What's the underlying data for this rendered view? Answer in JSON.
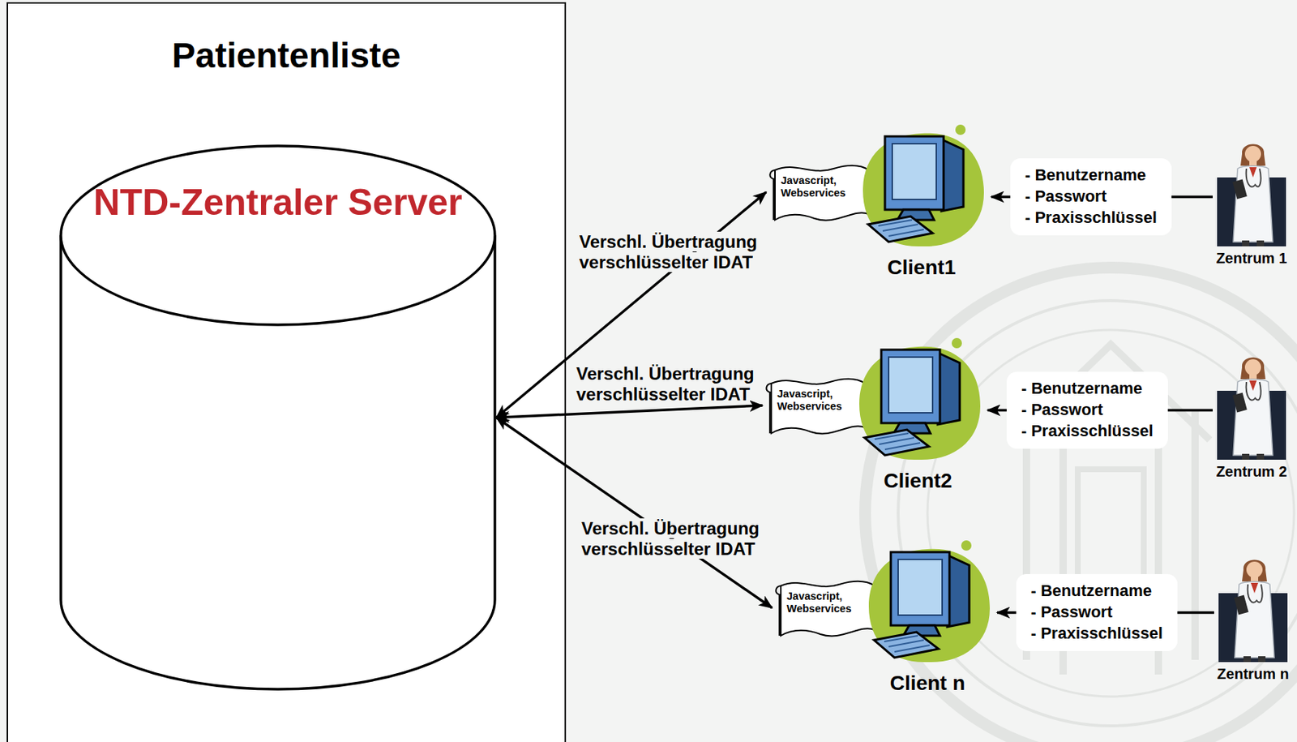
{
  "diagram": {
    "nodes": [
      {
        "text": [
          "Patientenliste"
        ]
      },
      {
        "text": [
          "NTD-Zentraler Server"
        ],
        "in": 0
      },
      {
        "text": [
          "Javascript, Webservices"
        ]
      },
      {
        "text": [
          "Client1"
        ]
      },
      {
        "text": [
          "- Benutzername",
          "- Passwort",
          "- Praxisschlüssel"
        ]
      },
      {
        "text": [
          "Zentrum 1"
        ]
      },
      {
        "text": [
          "Javascript, Webservices"
        ]
      },
      {
        "text": [
          "Client2"
        ]
      },
      {
        "text": [
          "- Benutzername",
          "- Passwort",
          "- Praxisschlüssel"
        ]
      },
      {
        "text": [
          "Zentrum 2"
        ]
      },
      {
        "text": [
          "Javascript, Webservices"
        ]
      },
      {
        "text": [
          "Client n"
        ]
      },
      {
        "text": [
          "- Benutzername",
          "- Passwort",
          "- Praxisschlüssel"
        ]
      },
      {
        "text": [
          "Zentrum n"
        ]
      }
    ],
    "edges": [
      {
        "from": 1,
        "to": 2,
        "arrow": "both",
        "label": "Verschl. Übertragung verschlüsselter IDAT"
      },
      {
        "from": 4,
        "to": 3,
        "arrow": "to"
      },
      {
        "from": 5,
        "to": 4,
        "arrow": "none"
      },
      {
        "from": 1,
        "to": 6,
        "arrow": "both",
        "label": "Verschl. Übertragung verschlüsselter IDAT"
      },
      {
        "from": 8,
        "to": 7,
        "arrow": "to"
      },
      {
        "from": 9,
        "to": 8,
        "arrow": "none"
      },
      {
        "from": 1,
        "to": 10,
        "arrow": "both",
        "label": "Verschl. Übertragung verschlüsselter IDAT"
      },
      {
        "from": 12,
        "to": 11,
        "arrow": "to"
      },
      {
        "from": 13,
        "to": 12,
        "arrow": "none"
      }
    ]
  }
}
